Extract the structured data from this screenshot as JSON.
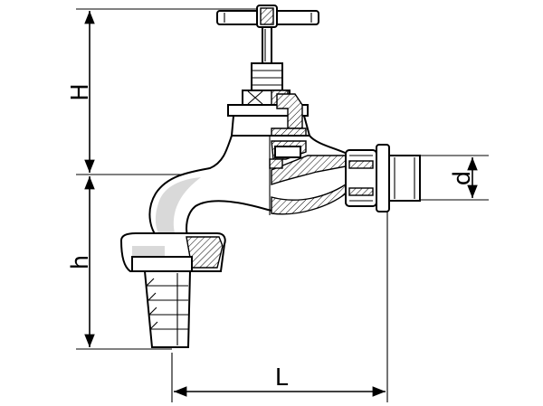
{
  "dimensions": {
    "height_upper": "H",
    "height_lower": "h",
    "length": "L",
    "diameter": "d"
  }
}
